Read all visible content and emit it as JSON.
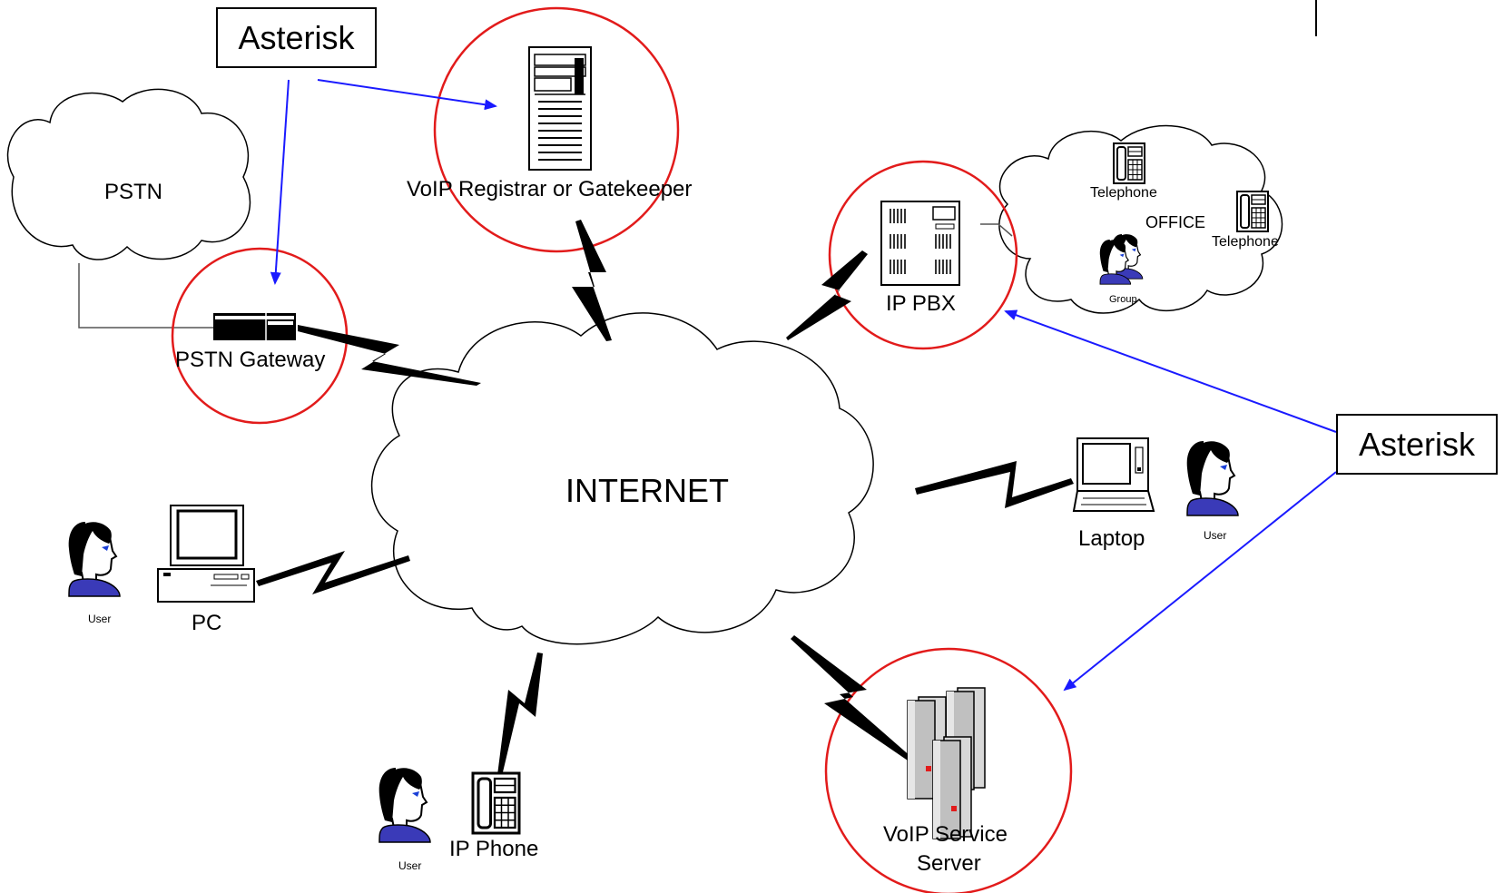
{
  "labels": {
    "asterisk_top": "Asterisk",
    "asterisk_right": "Asterisk",
    "pstn": "PSTN",
    "registrar": "VoIP Registrar or Gatekeeper",
    "pstn_gateway": "PSTN Gateway",
    "internet": "INTERNET",
    "ip_pbx": "IP PBX",
    "office": "OFFICE",
    "telephone_1": "Telephone",
    "telephone_2": "Telephone",
    "group": "Group",
    "laptop": "Laptop",
    "user_laptop": "User",
    "pc": "PC",
    "user_pc": "User",
    "ip_phone": "IP Phone",
    "user_ipphone": "User",
    "voip_service_line1": "VoIP Service",
    "voip_service_line2": "Server"
  },
  "colors": {
    "highlight_circle": "#e21b1b",
    "asterisk_arrow": "#1a1aff",
    "link": "#000000"
  },
  "icons": [
    "server-tower-icon",
    "gateway-icon",
    "pbx-icon",
    "telephone-icon",
    "user-icon",
    "group-icon",
    "laptop-icon",
    "pc-icon",
    "ip-phone-icon",
    "server-cluster-icon"
  ]
}
